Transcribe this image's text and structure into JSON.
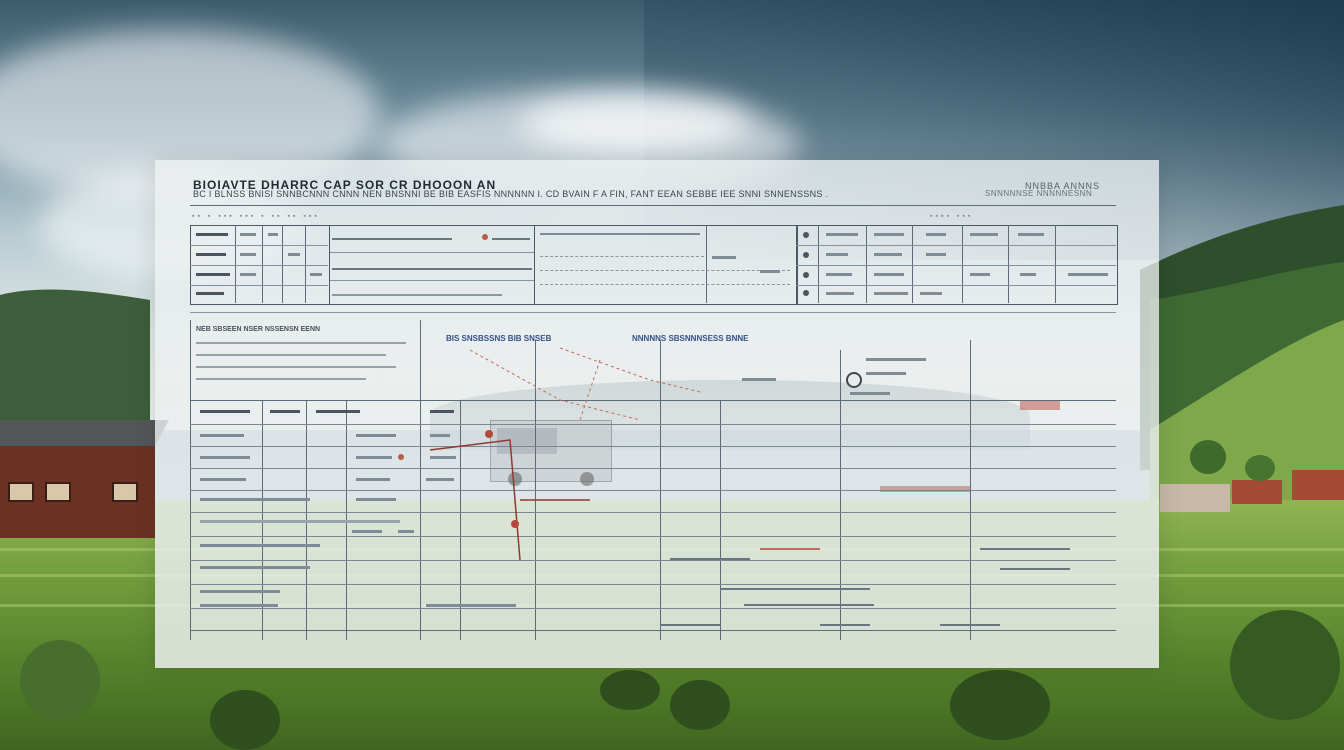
{
  "board": {
    "title": "BIOIAVTE DHARRC CAP SOR CR DHOOON AN",
    "subtitle": "BC I BLNSS BNISI   SNNBCNNN CNNN NEN BNSNNI BE BIB EASFIS   NNNNNN I. CD BVAIN F A  FIN, FANT EEAN SEBBE IEE   SNNI SNNENSSNS .",
    "top_right": "NNBBA  ANNNS",
    "top_right_sub": "SNNNNNSE NNNNNESNN",
    "section_heading_left": "NEB SBSEEN NSER NSSENSN EENN",
    "section_heading_mid": "BIS SNSBSSNS   BIB SNSEB",
    "section_heading_right": "NNNNNS SBSNNNSESS BNNE",
    "colors": {
      "board_bg": "#ecf0f1",
      "grid_line": "#4b5966",
      "accent_red": "#b85a4c",
      "accent_blue": "#35518c"
    }
  }
}
